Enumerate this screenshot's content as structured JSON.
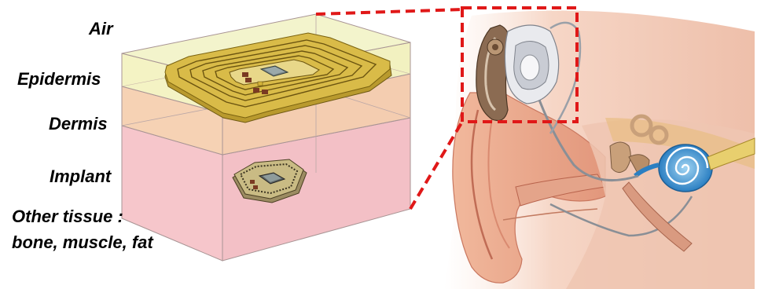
{
  "labels": {
    "air": "Air",
    "epidermis": "Epidermis",
    "dermis": "Dermis",
    "implant": "Implant",
    "other_tissue_line1": "Other tissue :",
    "other_tissue_line2": "bone, muscle, fat"
  },
  "colors": {
    "air_layer": "#f4f6c8",
    "epidermis_layer": "#f7d9b8",
    "dermis_layer": "#f6c8cc",
    "coil_gold": "#d4b43a",
    "coil_dark": "#8a6a12",
    "callout_dashed": "#e01818",
    "box_edge": "#9a8a8a"
  },
  "icons": {
    "ear_illustration": "ear-with-cochlear-implant-illustration"
  }
}
